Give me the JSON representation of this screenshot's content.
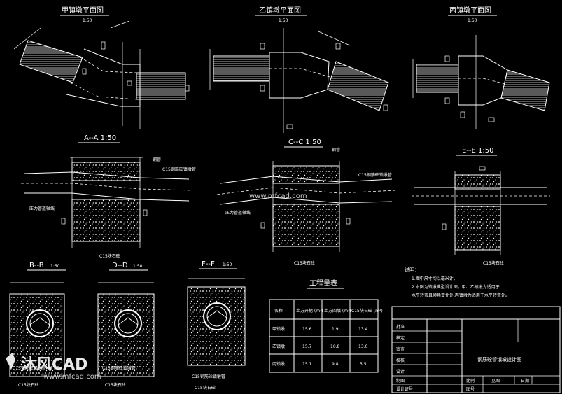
{
  "views": {
    "plan_a": {
      "title": "甲镇墩平面图",
      "scale": "1:50"
    },
    "plan_b": {
      "title": "乙镇墩平面图",
      "scale": "1:50"
    },
    "plan_c": {
      "title": "丙镇墩平面图",
      "scale": "1:50"
    },
    "sec_aa": {
      "title": "A--A  1:50"
    },
    "sec_cc": {
      "title": "C--C  1:50"
    },
    "sec_ee": {
      "title": "E--E  1:50"
    },
    "sec_bb": {
      "title": "B--B",
      "scale": "1:50"
    },
    "sec_dd": {
      "title": "D--D",
      "scale": "1:50"
    },
    "sec_ff": {
      "title": "F--F",
      "scale": "1:50"
    }
  },
  "labels": {
    "rebar": "钢管",
    "c15_pipe": "C15钢筋砼镇墩管",
    "pipe_axis": "压力管道轴线",
    "c15_stone": "C15块石砼",
    "c15_stone_pipe": "C15钢筋砼镇墩管",
    "c15_stone_b": "C15块石砼"
  },
  "notes": {
    "heading": "说明：",
    "items": [
      "1.图中尺寸均以毫米计。",
      "2.本图为镇墩典型设计图，甲、乙镇墩为适用于",
      "水平转弯且倾角变化处,丙镇墩为适用于水平转弯处。"
    ]
  },
  "quantity_table": {
    "title": "工程量表",
    "headers": [
      "名称",
      "土方开挖 (m³)",
      "土方回填 (m³)",
      "C15块石砼 (m³)"
    ],
    "rows": [
      [
        "甲镇墩",
        "15.6",
        "1.9",
        "13.4"
      ],
      [
        "乙镇墩",
        "15.7",
        "10.8",
        "13.0"
      ],
      [
        "丙镇墩",
        "15.1",
        "9.8",
        "5.5"
      ]
    ]
  },
  "title_block": {
    "rows": [
      "批准",
      "核定",
      "审查",
      "校核",
      "设计",
      "制图",
      "设计证号"
    ],
    "drawing_title": "钢筋砼管镇墩设计图",
    "bottom": [
      "比例",
      "见图",
      "日期",
      "图号"
    ]
  },
  "watermark": {
    "brand": "沐风CAD",
    "url": "www.mfcad.com",
    "center_url": "www.mfcad.com"
  }
}
